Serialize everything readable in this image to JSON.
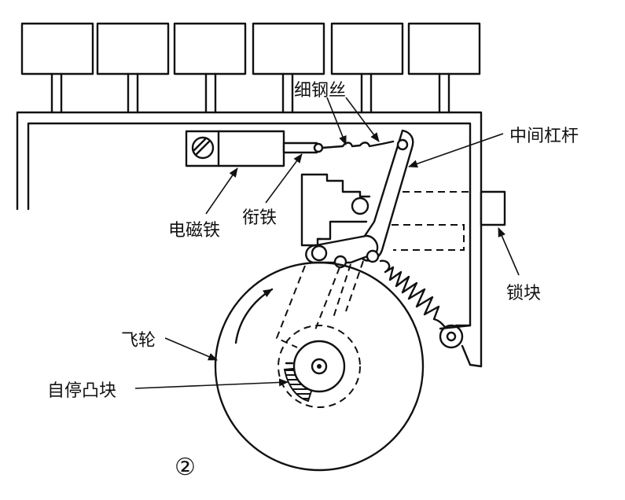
{
  "labels": {
    "fine_wire": "细钢丝",
    "middle_lever": "中间杠杆",
    "electromagnet": "电磁铁",
    "armature": "衔铁",
    "lock_block": "锁块",
    "flywheel": "飞轮",
    "self_stop_cam": "自停凸块",
    "figure_number": "②"
  }
}
